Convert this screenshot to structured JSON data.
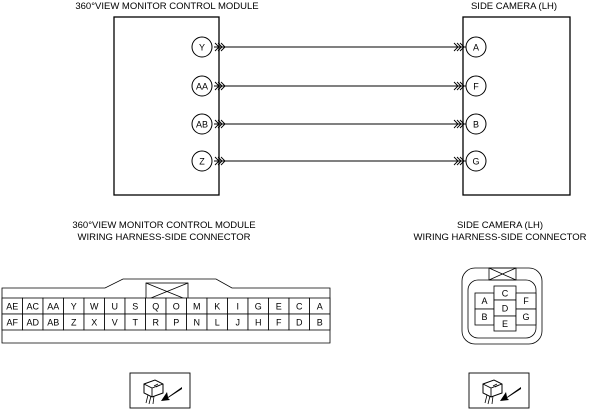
{
  "module": {
    "title": "360°VIEW MONITOR CONTROL MODULE",
    "pins": [
      "Y",
      "AA",
      "AB",
      "Z"
    ]
  },
  "camera": {
    "title": "SIDE CAMERA (LH)",
    "pins": [
      "A",
      "F",
      "B",
      "G"
    ]
  },
  "module_connector": {
    "title_line1": "360°VIEW MONITOR CONTROL MODULE",
    "title_line2": "WIRING HARNESS-SIDE CONNECTOR",
    "row_top": [
      "AE",
      "AC",
      "AA",
      "Y",
      "W",
      "U",
      "S",
      "Q",
      "O",
      "M",
      "K",
      "I",
      "G",
      "E",
      "C",
      "A"
    ],
    "row_bottom": [
      "AF",
      "AD",
      "AB",
      "Z",
      "X",
      "V",
      "T",
      "R",
      "P",
      "N",
      "L",
      "J",
      "H",
      "F",
      "D",
      "B"
    ]
  },
  "camera_connector": {
    "title_line1": "SIDE CAMERA (LH)",
    "title_line2": "WIRING HARNESS-SIDE CONNECTOR",
    "pins": [
      "A",
      "B",
      "C",
      "D",
      "E",
      "F",
      "G"
    ]
  },
  "icons": {
    "left": "connector-view-icon",
    "right": "connector-view-icon"
  }
}
